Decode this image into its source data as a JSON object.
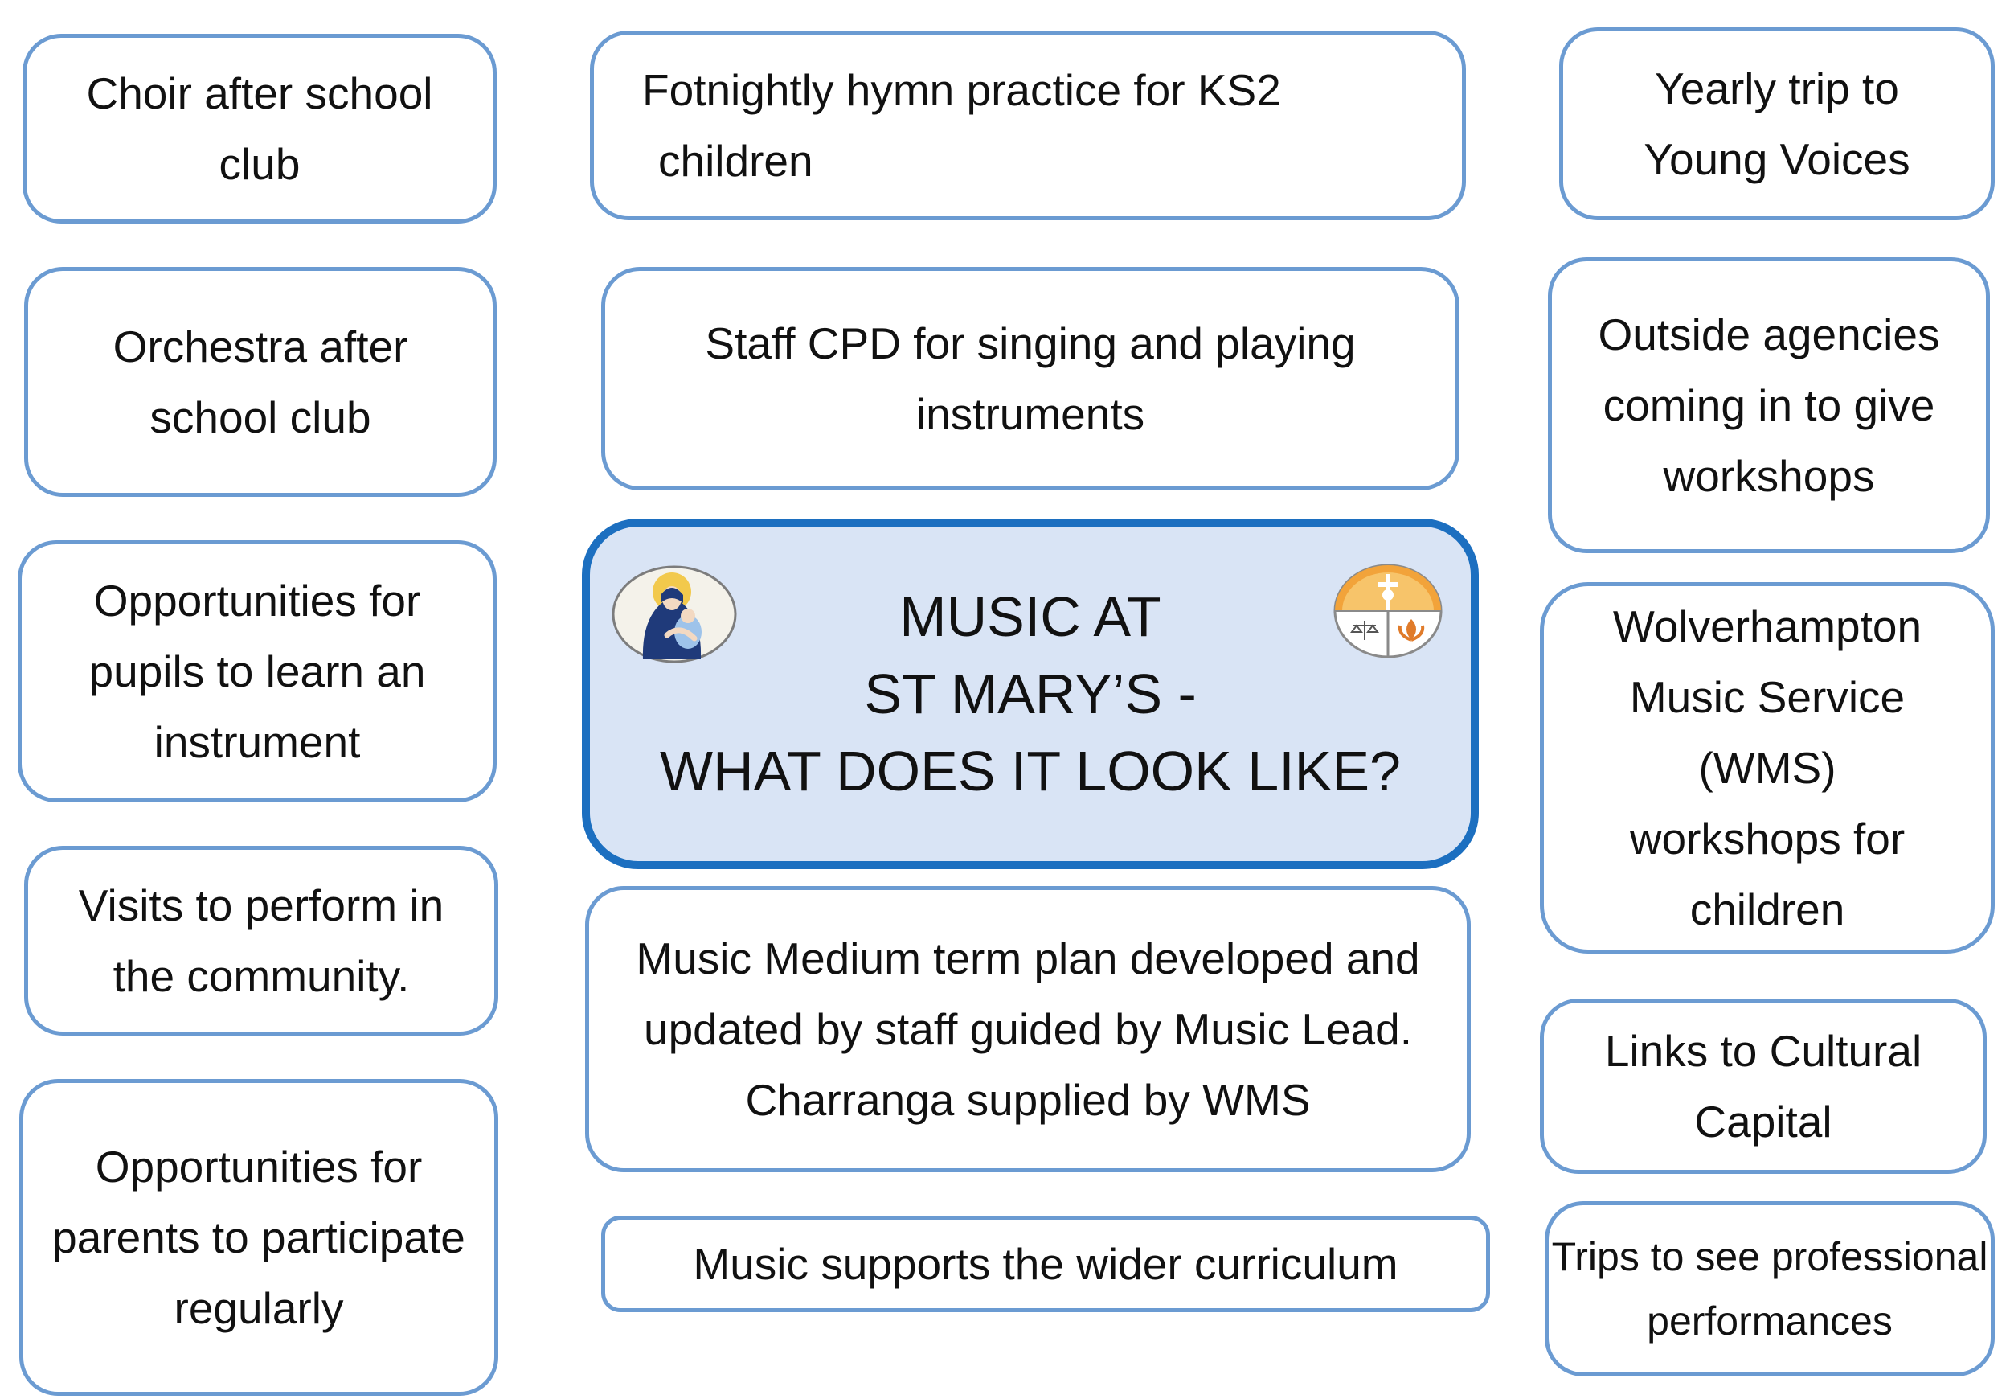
{
  "center": {
    "title_lines": [
      "MUSIC AT",
      "ST MARY’S -",
      "WHAT DOES IT LOOK LIKE?"
    ],
    "fill_color": "#d9e4f5",
    "border_color": "#1c6fc0"
  },
  "logos": {
    "left": "madonna-and-child-icon",
    "right": "school-crest-icon"
  },
  "left_column": [
    {
      "lines": [
        "Choir after school",
        "club"
      ]
    },
    {
      "lines": [
        "Orchestra after",
        "school club"
      ]
    },
    {
      "lines": [
        "Opportunities for",
        "pupils to learn an",
        "instrument"
      ]
    },
    {
      "lines": [
        "Visits to perform in",
        "the community."
      ]
    },
    {
      "lines": [
        "Opportunities for",
        "parents to participate",
        "regularly"
      ]
    }
  ],
  "middle_column": [
    {
      "lines": [
        "Fotnightly hymn practice for KS2",
        "children"
      ]
    },
    {
      "lines": [
        "Staff CPD for singing and playing",
        "instruments"
      ]
    },
    {
      "lines": [
        "Music Medium term plan developed and",
        "updated by staff guided by Music Lead.",
        "Charranga supplied by WMS"
      ]
    },
    {
      "lines": [
        "Music supports the wider curriculum"
      ]
    }
  ],
  "right_column": [
    {
      "lines": [
        "Yearly trip to",
        "Young Voices"
      ]
    },
    {
      "lines": [
        "Outside agencies",
        "coming in to give",
        "workshops"
      ]
    },
    {
      "lines": [
        "Wolverhampton",
        "Music Service",
        "(WMS)",
        "workshops for",
        "children"
      ]
    },
    {
      "lines": [
        "Links to Cultural",
        "Capital"
      ]
    },
    {
      "lines": [
        "Trips to see professional",
        "performances"
      ]
    }
  ],
  "colors": {
    "card_border": "#6b9bd2",
    "text": "#111111"
  }
}
